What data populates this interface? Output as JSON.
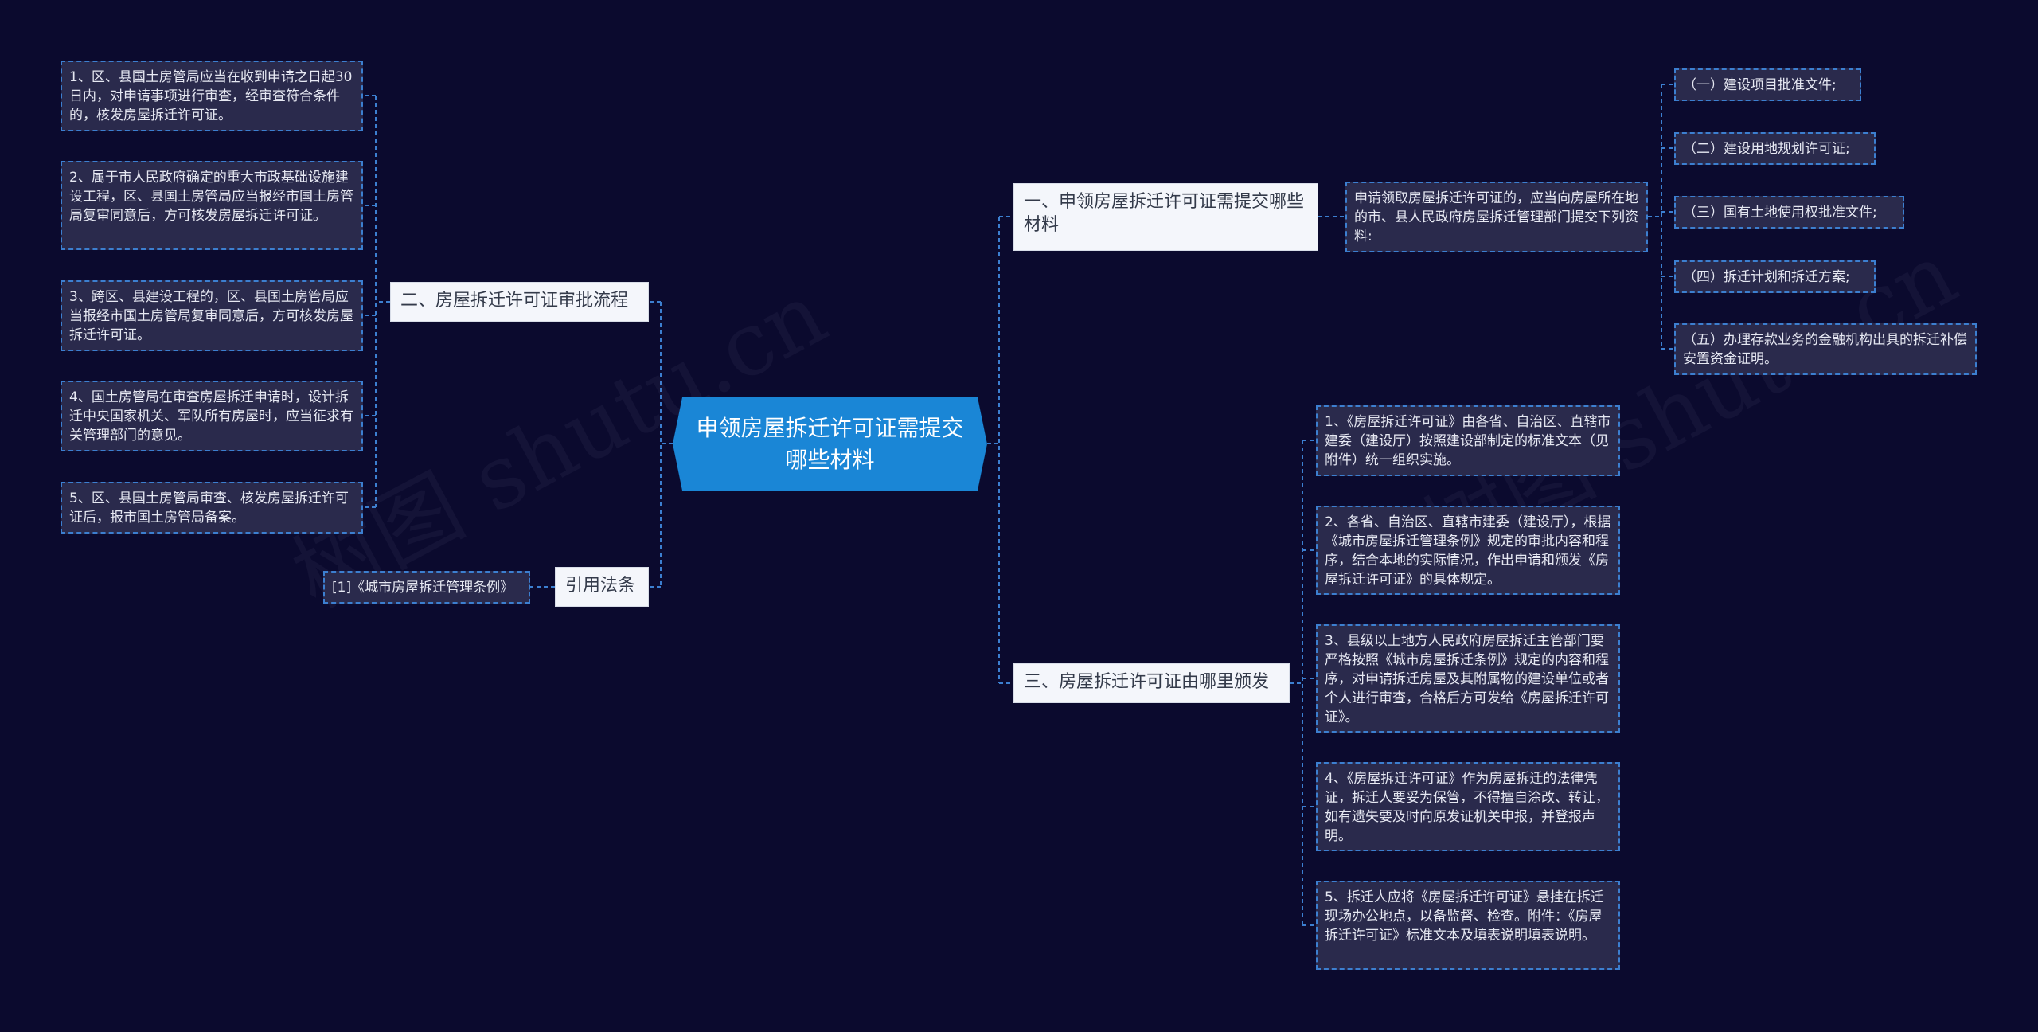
{
  "root": {
    "label": "申领房屋拆迁许可证需提交哪些材料"
  },
  "branches": {
    "b1": {
      "label": "一、申领房屋拆迁许可证需提交哪些材料",
      "intro": "申请领取房屋拆迁许可证的，应当向房屋所在地的市、县人民政府房屋拆迁管理部门提交下列资料:",
      "items": [
        "（一）建设项目批准文件;",
        "（二）建设用地规划许可证;",
        "（三）国有土地使用权批准文件;",
        "（四）拆迁计划和拆迁方案;",
        "（五）办理存款业务的金融机构出具的拆迁补偿安置资金证明。"
      ]
    },
    "b2": {
      "label": "二、房屋拆迁许可证审批流程",
      "items": [
        "1、区、县国土房管局应当在收到申请之日起30日内，对申请事项进行审查，经审查符合条件的，核发房屋拆迁许可证。",
        "2、属于市人民政府确定的重大市政基础设施建设工程，区、县国土房管局应当报经市国土房管局复审同意后，方可核发房屋拆迁许可证。",
        "3、跨区、县建设工程的，区、县国土房管局应当报经市国土房管局复审同意后，方可核发房屋拆迁许可证。",
        "4、国土房管局在审查房屋拆迁申请时，设计拆迁中央国家机关、军队所有房屋时，应当征求有关管理部门的意见。",
        "5、区、县国土房管局审查、核发房屋拆迁许可证后，报市国土房管局备案。"
      ]
    },
    "b3": {
      "label": "三、房屋拆迁许可证由哪里颁发",
      "items": [
        "1、《房屋拆迁许可证》由各省、自治区、直辖市建委（建设厅）按照建设部制定的标准文本（见附件）统一组织实施。",
        "2、各省、自治区、直辖市建委（建设厅），根据《城市房屋拆迁管理条例》规定的审批内容和程序，结合本地的实际情况，作出申请和颁发《房屋拆迁许可证》的具体规定。",
        "3、县级以上地方人民政府房屋拆迁主管部门要严格按照《城市房屋拆迁条例》规定的内容和程序，对申请拆迁房屋及其附属物的建设单位或者个人进行审查，合格后方可发给《房屋拆迁许可证》。",
        "4、《房屋拆迁许可证》作为房屋拆迁的法律凭证，拆迁人要妥为保管，不得擅自涂改、转让，如有遗失要及时向原发证机关申报，并登报声明。",
        "5、拆迁人应将《房屋拆迁许可证》悬挂在拆迁现场办公地点，以备监督、检查。附件：《房屋拆迁许可证》标准文本及填表说明填表说明。"
      ]
    },
    "b4": {
      "label": "引用法条",
      "items": [
        "[1]《城市房屋拆迁管理条例》"
      ]
    }
  },
  "watermark": [
    "树图 shutu.cn",
    "树图 shutu.cn"
  ],
  "colors": {
    "background": "#0b0a2e",
    "root": "#1a86d6",
    "line": "#3c7fd0",
    "leaf_bg": "#2a2a4c",
    "branch_bg": "#f4f6fb"
  }
}
